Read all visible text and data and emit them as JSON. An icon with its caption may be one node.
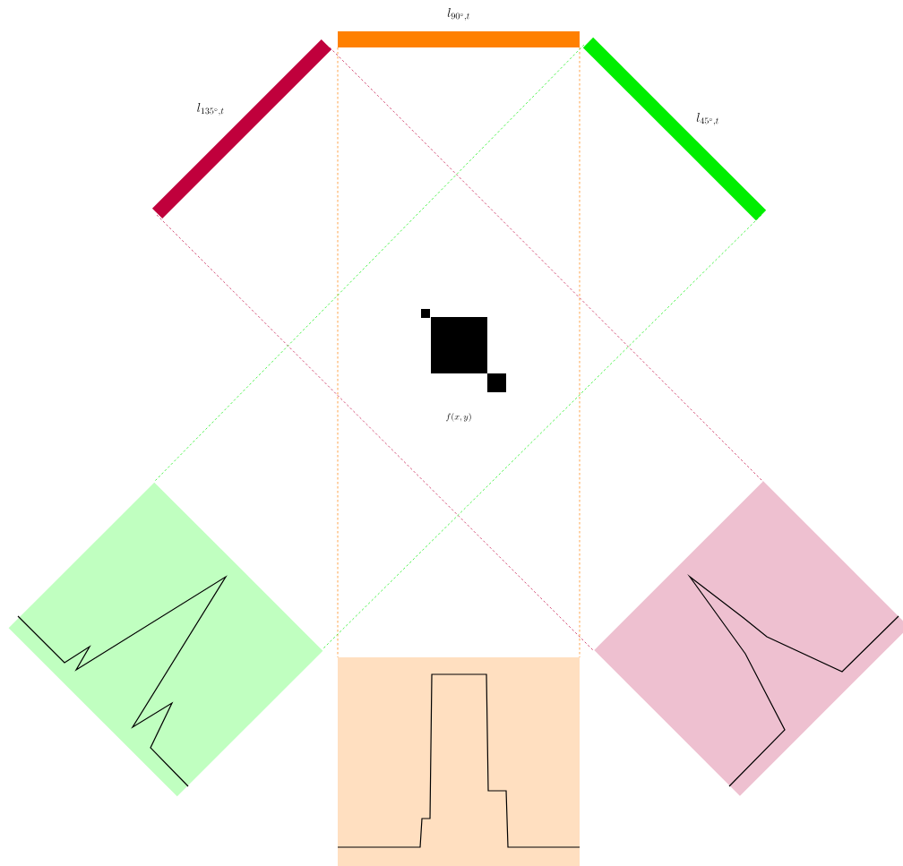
{
  "diagram": {
    "nodes": [
      {
        "text": [
          "l_{90^\\circ,t}"
        ]
      },
      {
        "text": [
          "l_{135^\\circ,t}"
        ]
      },
      {
        "text": [
          "l_{45^\\circ,t}"
        ]
      },
      {
        "text": [],
        "shape": "diamond"
      },
      {
        "text": [],
        "shape": "box"
      },
      {
        "text": [],
        "shape": "diamond"
      }
    ],
    "edges": [
      {
        "from": 1,
        "to": 5,
        "arrow": "none",
        "style": "dashed",
        "color": "#c0003c"
      },
      {
        "from": 1,
        "to": 5,
        "arrow": "none",
        "style": "dashed",
        "color": "#c0003c"
      },
      {
        "from": 0,
        "to": 4,
        "arrow": "none",
        "style": "dashed",
        "color": "#ff8000"
      },
      {
        "from": 0,
        "to": 4,
        "arrow": "none",
        "style": "dashed",
        "color": "#ff8000"
      },
      {
        "from": 2,
        "to": 3,
        "arrow": "none",
        "style": "dashed",
        "color": "#00ee00"
      },
      {
        "from": 2,
        "to": 3,
        "arrow": "none",
        "style": "dashed",
        "color": "#00ee00"
      }
    ],
    "labels": [
      "f(x,y)"
    ]
  }
}
